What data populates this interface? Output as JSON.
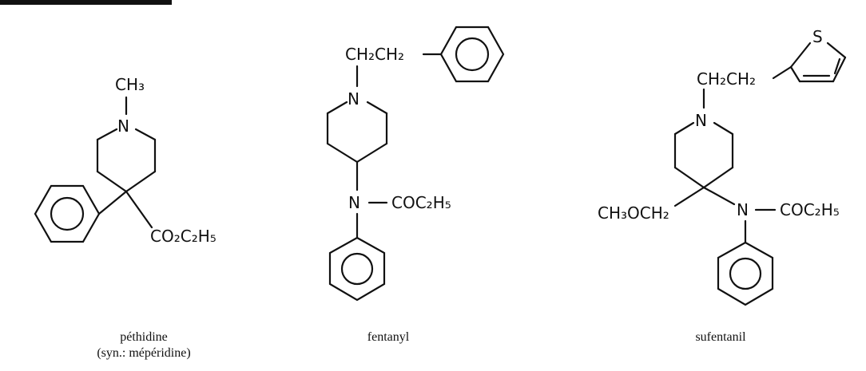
{
  "molecules": [
    {
      "name": "péthidine",
      "synonym": "(syn.: mépéridine)",
      "labels": {
        "nitrogen": "N",
        "methyl": "CH₃",
        "ester": "CO₂C₂H₅"
      }
    },
    {
      "name": "fentanyl",
      "labels": {
        "chain": "CH₂CH₂",
        "ring_nitrogen": "N",
        "amide_nitrogen": "N",
        "acyl": "COC₂H₅"
      }
    },
    {
      "name": "sufentanil",
      "labels": {
        "chain": "CH₂CH₂",
        "sulfur": "S",
        "ring_nitrogen": "N",
        "methoxymethyl": "CH₃OCH₂",
        "amide_nitrogen": "N",
        "acyl": "COC₂H₅"
      }
    }
  ]
}
